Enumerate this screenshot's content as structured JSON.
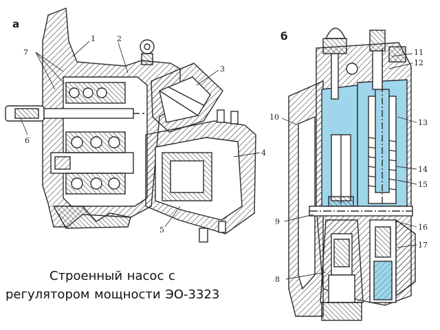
{
  "panels": [
    {
      "letter": "а"
    },
    {
      "letter": "б"
    }
  ],
  "callouts_left": [
    "1",
    "2",
    "3",
    "4",
    "5",
    "6",
    "7"
  ],
  "callouts_right": [
    "8",
    "9",
    "10",
    "11",
    "12",
    "13",
    "14",
    "15",
    "16",
    "17"
  ],
  "caption": "Строенный насос с регулятором   мощности ЭО-3323",
  "colors": {
    "hydraulic_fluid": "#9fd6ec",
    "line": "#2a2a2a",
    "background": "#ffffff"
  }
}
